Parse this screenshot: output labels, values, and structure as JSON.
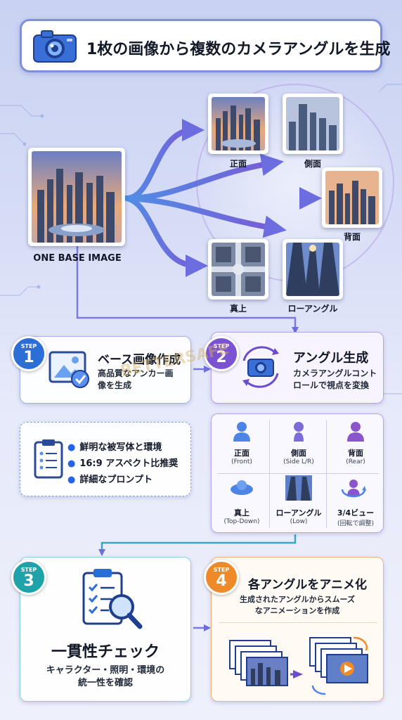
{
  "title": "1枚の画像から複数のカメラアングルを生成",
  "base_image_label": "ONE BASE IMAGE",
  "outputs": {
    "front": "正面",
    "side": "側面",
    "rear": "背面",
    "top": "真上",
    "low": "ローアングル"
  },
  "step1": {
    "step_label": "STEP",
    "number": "1",
    "title": "ベース画像作成",
    "desc_line1": "高品質なアンカー画",
    "desc_line2": "像を生成"
  },
  "step2": {
    "step_label": "STEP",
    "number": "2",
    "title": "アングル生成",
    "desc_line1": "カメラアングルコント",
    "desc_line2": "ロールで視点を変換"
  },
  "tips": [
    "鮮明な被写体と環境",
    "16:9 アスペクト比推奨",
    "詳細なプロンプト"
  ],
  "angles": [
    {
      "name": "正面",
      "sub": "(Front)",
      "icon": "person-front-icon"
    },
    {
      "name": "側面",
      "sub": "(Side L/R)",
      "icon": "person-side-icon"
    },
    {
      "name": "背面",
      "sub": "(Rear)",
      "icon": "person-rear-icon"
    },
    {
      "name": "真上",
      "sub": "(Top-Down)",
      "icon": "person-top-icon"
    },
    {
      "name": "ローアングル",
      "sub": "(Low)",
      "icon": "low-angle-icon"
    },
    {
      "name": "3/4ビュー",
      "sub": "(回転で調整)",
      "icon": "rotate-person-icon"
    }
  ],
  "step3": {
    "step_label": "STEP",
    "number": "3",
    "title": "一貫性チェック",
    "desc_line1": "キャラクター・照明・環境の",
    "desc_line2": "統一性を確認"
  },
  "step4": {
    "step_label": "STEP",
    "number": "4",
    "title": "各アングルをアニメ化",
    "desc_line1": "生成されたアングルからスムーズ",
    "desc_line2": "なアニメーションを作成"
  },
  "watermark": "BETTERSAFE",
  "colors": {
    "step1": "#2b6fd6",
    "step2": "#7b52d1",
    "step3": "#1fa3a8",
    "step4": "#ef8a2a",
    "arrow_blue": "#3d7de0",
    "arrow_purple": "#7a5ad6"
  }
}
